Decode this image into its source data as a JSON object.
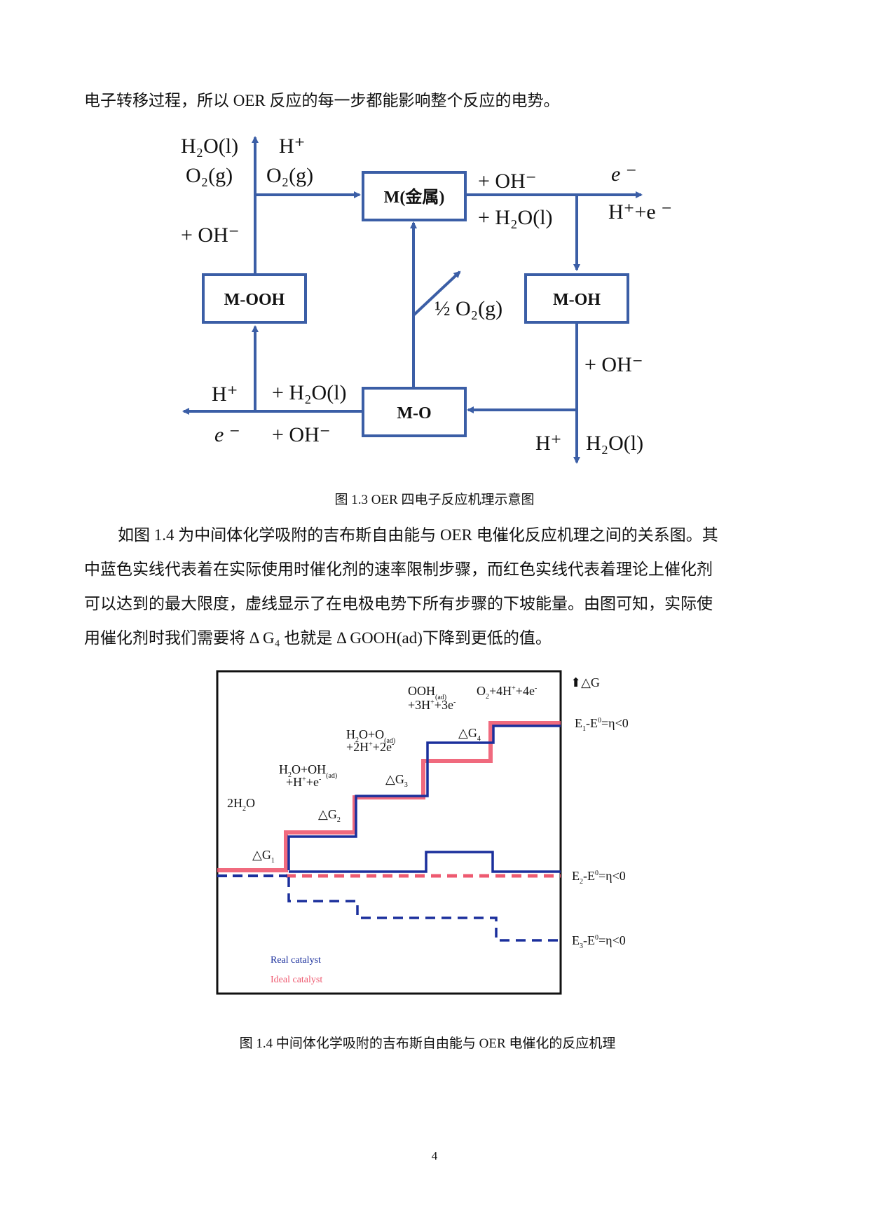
{
  "page": {
    "top_line": "电子转移过程，所以 OER 反应的每一步都能影响整个反应的电势。",
    "fig13": {
      "caption": "图 1.3 OER 四电子反应机理示意图",
      "boxes": {
        "m": "M(金属)",
        "mooh": "M-OOH",
        "moh": "M-OH",
        "mo": "M-O"
      },
      "labels": {
        "tl_h2o": "H₂O(l)",
        "tl_o2": "O₂(g)",
        "top_h": "H⁺",
        "top_o2": "O₂(g)",
        "left_oh": "+ OH⁻",
        "right_oh": "+ OH⁻",
        "right_h2o": "+ H₂O(l)",
        "right_e": "e ⁻",
        "right_he": "H⁺+e ⁻",
        "half_o2": "½ O₂(g)",
        "moh_oh": "+ OH⁻",
        "bl_h": "H⁺",
        "bl_h2o": "+ H₂O(l)",
        "bl_e": "e ⁻",
        "bl_oh": "+ OH⁻",
        "br_h": "H⁺",
        "br_h2o": "H₂O(l)"
      },
      "colors": {
        "arrow": "#3b5ea6"
      }
    },
    "paragraph": "如图 1.4 为中间体化学吸附的吉布斯自由能与 OER 电催化反应机理之间的关系图。其中蓝色实线代表着在实际使用时催化剂的速率限制步骤，而红色实线代表着理论上催化剂可以达到的最大限度，虚线显示了在电极电势下所有步骤的下坡能量。由图可知，实际使用催化剂时我们需要将 Δ G₄ 也就是 Δ GOOH(ad)下降到更低的值。",
    "paragraph_lines": [
      "如图 1.4 为中间体化学吸附的吉布斯自由能与 OER 电催化反应机理之间的关系图。其",
      "中蓝色实线代表着在实际使用时催化剂的速率限制步骤，而红色实线代表着理论上催化剂",
      "可以达到的最大限度，虚线显示了在电极电势下所有步骤的下坡能量。由图可知，实际使",
      "用催化剂时我们需要将 Δ G₄ 也就是 Δ GOOH(ad)下降到更低的值。"
    ],
    "fig14": {
      "caption": "图 1.4  中间体化学吸附的吉布斯自由能与 OER 电催化的反应机理",
      "legend": {
        "real": "Real catalyst",
        "ideal": "Ideal catalyst"
      },
      "colors": {
        "real": "#1a2f9c",
        "ideal": "#ee5a70",
        "frame": "#111111"
      }
    },
    "page_number": "4"
  },
  "chart_data": {
    "type": "line",
    "title": "Gibbs free energy of OER intermediates (step diagram)",
    "ylabel": "△G",
    "xlabel": "",
    "categories": [
      "2H₂O",
      "H₂O+OH(ad)+H⁺+e⁻",
      "H₂O+O(ad)+2H⁺+2e⁻",
      "OOH(ad)+3H⁺+3e⁻",
      "O₂+4H⁺+4e⁻"
    ],
    "step_labels": [
      "△G1",
      "△G2",
      "△G3",
      "△G4"
    ],
    "series": [
      {
        "name": "Ideal catalyst (E1-E0=η<0, solid)",
        "values": [
          0,
          1,
          2,
          3,
          4
        ]
      },
      {
        "name": "Real catalyst (E1-E0=η<0, solid)",
        "values": [
          0,
          0.85,
          1.8,
          3.05,
          3.95
        ]
      },
      {
        "name": "Ideal catalyst (E2-E0=η<0, dashed)",
        "values": [
          0,
          0,
          0,
          0,
          0
        ]
      },
      {
        "name": "Real catalyst (E2-E0=η<0, solid)",
        "values": [
          0,
          0,
          0,
          0.3,
          0
        ]
      },
      {
        "name": "Real catalyst (E3-E0=η<0, dashed)",
        "values": [
          0,
          -0.75,
          -1.35,
          -1.35,
          -2.1
        ]
      }
    ],
    "annotations": [
      "E₁-E⁰=η<0",
      "E₂-E⁰=η<0",
      "E₃-E⁰=η<0"
    ],
    "legend": [
      "Real catalyst",
      "Ideal catalyst"
    ],
    "legend_position": "lower-left",
    "grid": false
  }
}
